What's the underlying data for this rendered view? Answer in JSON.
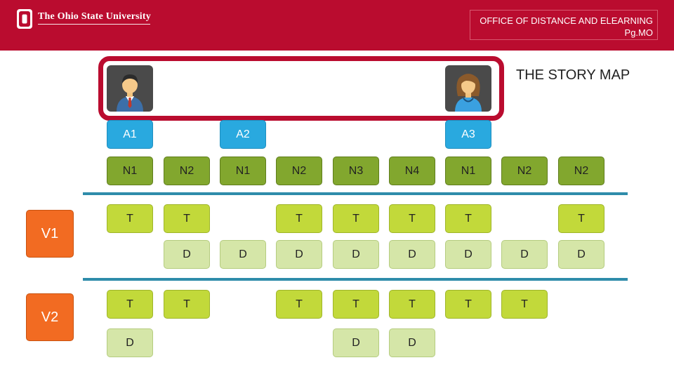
{
  "header": {
    "university": "The Ohio State University",
    "office_line1": "OFFICE OF DISTANCE AND ELEARNING",
    "office_line2": "Pg.MO",
    "brand_color": "#ba0c2f"
  },
  "story_map_title": "THE STORY MAP",
  "avatars": [
    {
      "name": "male-avatar-icon"
    },
    {
      "name": "female-avatar-icon"
    }
  ],
  "row_a": [
    "A1",
    "A2",
    "A3"
  ],
  "row_n": [
    "N1",
    "N2",
    "N1",
    "N2",
    "N3",
    "N4",
    "N1",
    "N2",
    "N2"
  ],
  "v1": {
    "label": "V1",
    "t_row": [
      "T",
      "T",
      "T",
      "T",
      "T",
      "T",
      "T"
    ],
    "d_row": [
      "D",
      "D",
      "D",
      "D",
      "D",
      "D",
      "D",
      "D"
    ]
  },
  "v2": {
    "label": "V2",
    "t_row": [
      "T",
      "T",
      "T",
      "T",
      "T",
      "T",
      "T"
    ],
    "d_row": [
      "D",
      "D",
      "D"
    ]
  },
  "colors": {
    "a_card": "#29a9df",
    "n_card": "#82a72e",
    "t_card": "#c2d93a",
    "d_card": "#d5e6a8",
    "v_card": "#f26b22",
    "divider": "#2f8caa"
  }
}
